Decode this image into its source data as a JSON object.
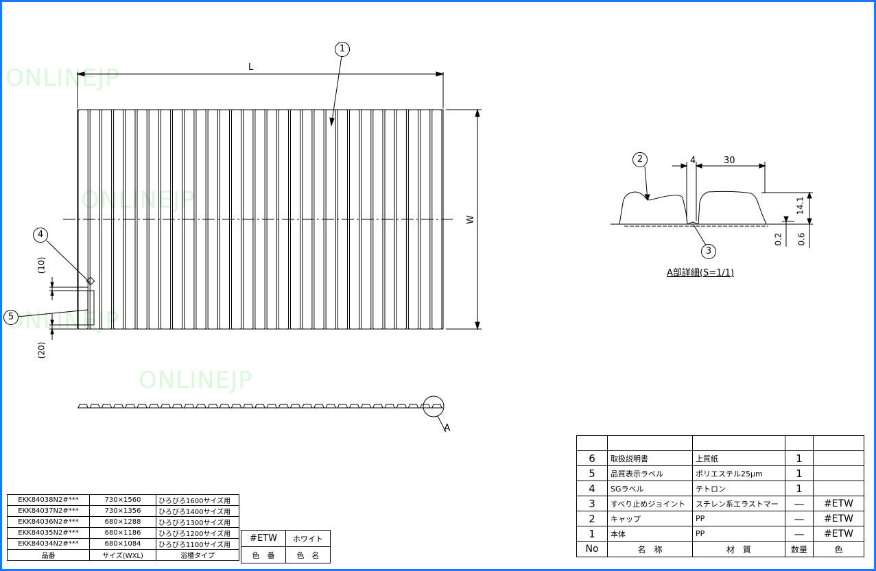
{
  "watermarks": [
    "ONLINEJP",
    "ONLINEJP",
    "ONLINEJP",
    "ONLINEJP"
  ],
  "main_view": {
    "dim_length": "L",
    "dim_width": "W",
    "callout_body": "1",
    "callout_label": "4",
    "callout_sg": "5",
    "dim_10": "(10)",
    "dim_20": "(20)",
    "detail_marker": "A"
  },
  "detail": {
    "callout_cap": "2",
    "callout_joint": "3",
    "dim_4": "4",
    "dim_30": "30",
    "dim_14_1": "14.1",
    "dim_0_2": "0.2",
    "dim_0_6": "0.6",
    "title": "A部詳細(S=1/1)"
  },
  "parts_table": {
    "rows": [
      {
        "no": "6",
        "name": "取扱説明書",
        "material": "上質紙",
        "qty": "1",
        "color": ""
      },
      {
        "no": "5",
        "name": "品質表示ラベル",
        "material": "ポリエステル25μm",
        "qty": "1",
        "color": ""
      },
      {
        "no": "4",
        "name": "SGラベル",
        "material": "テトロン",
        "qty": "1",
        "color": ""
      },
      {
        "no": "3",
        "name": "すべり止めジョイント",
        "material": "スチレン系エラストマー",
        "qty": "—",
        "color": "#ETW"
      },
      {
        "no": "2",
        "name": "キャップ",
        "material": "PP",
        "qty": "—",
        "color": "#ETW"
      },
      {
        "no": "1",
        "name": "本体",
        "material": "PP",
        "qty": "—",
        "color": "#ETW"
      }
    ],
    "header": {
      "no": "No",
      "name": "名　称",
      "material": "材　質",
      "qty": "数量",
      "color": "色"
    }
  },
  "models_table": {
    "rows": [
      {
        "code": "EKK84038N2#***",
        "size": "730×1560",
        "type": "ひろびろ1600サイズ用"
      },
      {
        "code": "EKK84037N2#***",
        "size": "730×1356",
        "type": "ひろびろ1400サイズ用"
      },
      {
        "code": "EKK84036N2#***",
        "size": "680×1288",
        "type": "ひろびろ1300サイズ用"
      },
      {
        "code": "EKK84035N2#***",
        "size": "680×1186",
        "type": "ひろびろ1200サイズ用"
      },
      {
        "code": "EKK84034N2#***",
        "size": "680×1084",
        "type": "ひろびろ1100サイズ用"
      }
    ],
    "header": {
      "code": "品番",
      "size": "サイズ(WXL)",
      "type": "浴槽タイプ"
    }
  },
  "color_table": {
    "code": "#ETW",
    "name": "ホワイト",
    "header_code": "色　番",
    "header_name": "色　名"
  },
  "colors": {
    "frame": "#1e78ff",
    "watermark": "#dcf7dc",
    "line": "#000000"
  }
}
